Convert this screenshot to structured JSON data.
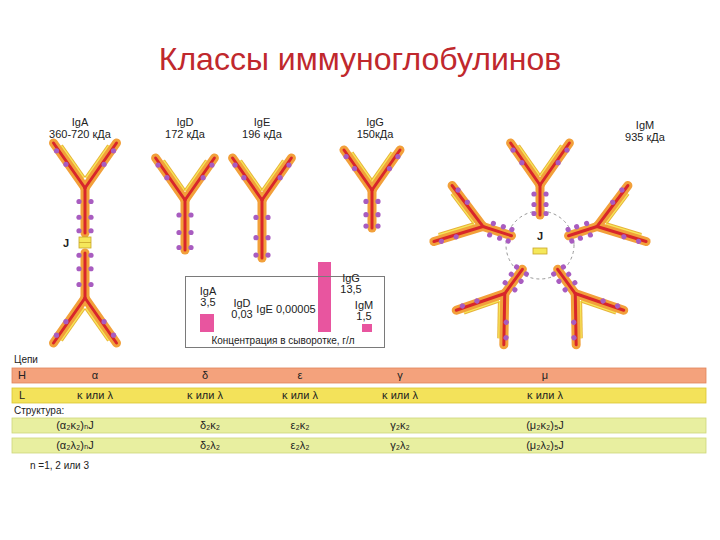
{
  "diagram": {
    "title": "Классы иммуноглобулинов",
    "nodes": [
      {
        "text": [
          "IgA 3,5",
          "IgD 0,03",
          "IgE 0,00005",
          "IgG 13,5",
          "IgM 1,5",
          "Концентрация в сыворотке, г/л"
        ]
      }
    ],
    "labels": [
      "IgA",
      "360-720 кДа",
      "IgD",
      "172 кДа",
      "IgE",
      "196 кДа",
      "IgG",
      "150кДа",
      "IgM",
      "935 кДа",
      "J",
      "J",
      "Цепи",
      "H",
      "α",
      "δ",
      "ε",
      "γ",
      "μ",
      "L",
      "κ или λ",
      "κ или λ",
      "κ или λ",
      "κ или λ",
      "κ или λ",
      "Структура:",
      "(α₂κ₂)ₙJ",
      "δ₂κ₂",
      "ε₂κ₂",
      "γ₂κ₂",
      "(μ₂κ₂)₅J",
      "(α₂λ₂)ₙJ",
      "δ₂λ₂",
      "ε₂λ₂",
      "γ₂λ₂",
      "(μ₂λ₂)₅J",
      "n =1, 2 или 3"
    ]
  }
}
